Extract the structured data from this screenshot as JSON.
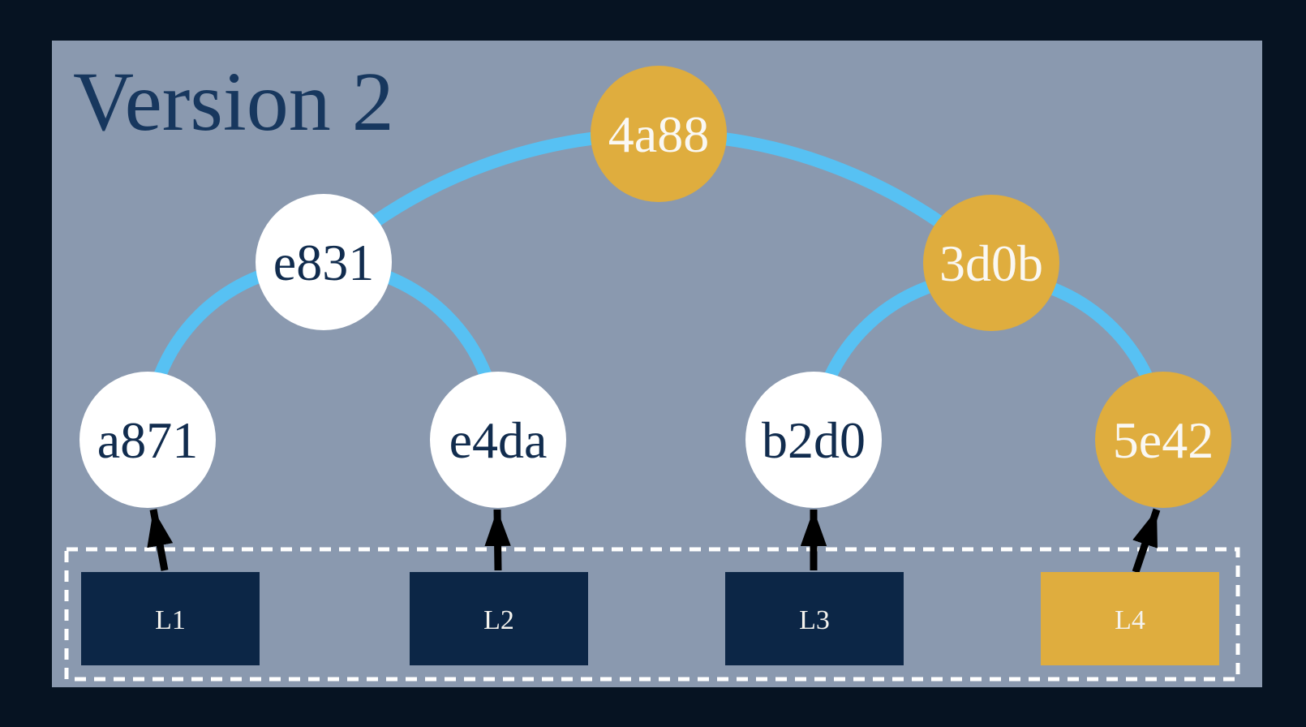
{
  "title": "Version 2",
  "palette": {
    "outer_background": "#061322",
    "panel_background": "#8a99af",
    "edge_blue": "#57c1f3",
    "arrow_black": "#000000",
    "dashed_border_white": "#ffffff",
    "gold": "#dfad3e",
    "white_node": "#ffffff",
    "navy_label": "#112c4e",
    "title_navy": "#17375e",
    "leaf_navy": "#0c2646",
    "light_label": "#faf8f3"
  },
  "tree": {
    "root": {
      "label": "4a88",
      "fill": "#dfad3e",
      "label_color": "#faf8f3"
    },
    "internal": [
      {
        "label": "e831",
        "fill": "#ffffff",
        "label_color": "#112c4e"
      },
      {
        "label": "3d0b",
        "fill": "#dfad3e",
        "label_color": "#faf8f3"
      }
    ],
    "leaf_hashes": [
      {
        "label": "a871",
        "fill": "#ffffff",
        "label_color": "#112c4e"
      },
      {
        "label": "e4da",
        "fill": "#ffffff",
        "label_color": "#112c4e"
      },
      {
        "label": "b2d0",
        "fill": "#ffffff",
        "label_color": "#112c4e"
      },
      {
        "label": "5e42",
        "fill": "#dfad3e",
        "label_color": "#faf8f3"
      }
    ],
    "data_blocks": [
      {
        "label": "L1",
        "fill": "#0c2646",
        "label_color": "#f5f3ee"
      },
      {
        "label": "L2",
        "fill": "#0c2646",
        "label_color": "#f5f3ee"
      },
      {
        "label": "L3",
        "fill": "#0c2646",
        "label_color": "#f5f3ee"
      },
      {
        "label": "L4",
        "fill": "#dfad3e",
        "label_color": "#f5f3ee"
      }
    ]
  }
}
